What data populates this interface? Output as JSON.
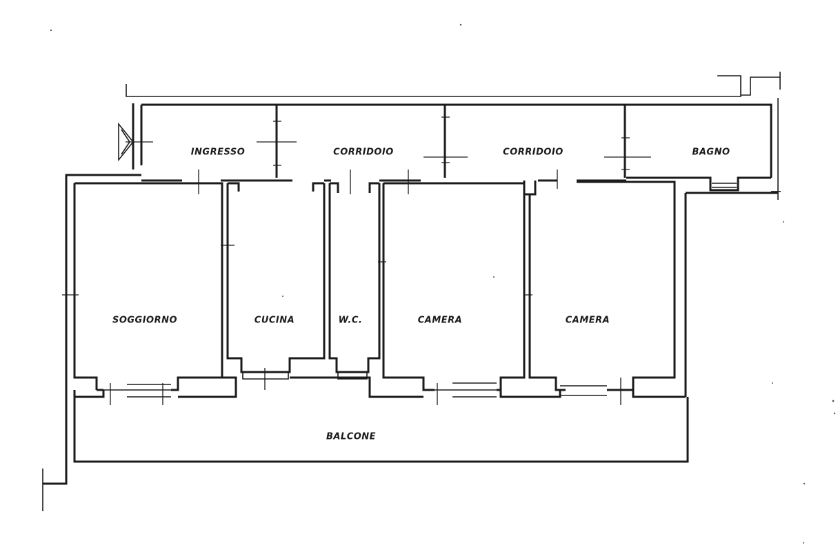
{
  "rooms": {
    "ingresso": "INGRESSO",
    "corridoio_1": "CORRIDOIO",
    "corridoio_2": "CORRIDOIO",
    "bagno": "BAGNO",
    "soggiorno": "SOGGIORNO",
    "cucina": "CUCINA",
    "wc": "W.C.",
    "camera_1": "CAMERA",
    "camera_2": "CAMERA",
    "balcone": "BALCONE"
  }
}
